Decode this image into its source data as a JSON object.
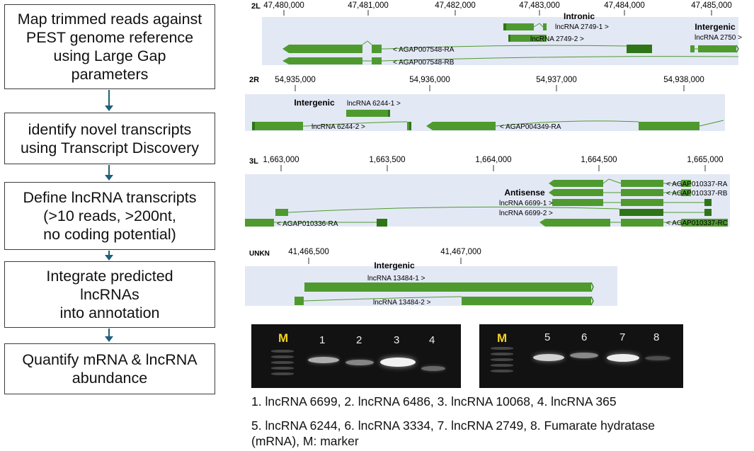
{
  "workflow": {
    "steps": [
      "Map trimmed reads against\nPEST genome reference\nusing Large Gap\nparameters",
      "identify novel transcripts\nusing Transcript Discovery",
      "Define lncRNA transcripts\n(>10 reads, >200nt,\nno coding potential)",
      "Integrate predicted\nlncRNAs\ninto annotation",
      "Quantify mRNA & lncRNA\nabundance"
    ]
  },
  "tracks": [
    {
      "chrom": "2L",
      "ticks": [
        "47,480,000",
        "47,481,000",
        "47,482,000",
        "47,483,000",
        "47,484,000",
        "47,485,000"
      ],
      "categories": [
        "Intronic",
        "Intergenic"
      ],
      "labels": [
        "lncRNA 2749-1 >",
        "lncRNA 2749-2 >",
        "lncRNA 2750 >",
        "< AGAP007548-RA",
        "< AGAP007548-RB"
      ]
    },
    {
      "chrom": "2R",
      "ticks": [
        "54,935,000",
        "54,936,000",
        "54,937,000",
        "54,938,000"
      ],
      "categories": [
        "Intergenic"
      ],
      "labels": [
        "lncRNA 6244-1 >",
        "lncRNA 6244-2 >",
        "< AGAP004349-RA"
      ]
    },
    {
      "chrom": "3L",
      "ticks": [
        "1,663,000",
        "1,663,500",
        "1,664,000",
        "1,664,500",
        "1,665,000"
      ],
      "categories": [
        "Antisense"
      ],
      "labels": [
        "< AGAP010337-RA",
        "< AGAP010337-RB",
        "lncRNA 6699-1 >",
        "lncRNA 6699-2 >",
        "< AGAP010336-RA",
        "< AGAP010337-RC"
      ]
    },
    {
      "chrom": "UNKN",
      "ticks": [
        "41,466,500",
        "41,467,000"
      ],
      "categories": [
        "Intergenic"
      ],
      "labels": [
        "lncRNA 13484-1 >",
        "lncRNA 13484-2 >"
      ]
    }
  ],
  "gels": [
    {
      "marker": "M",
      "lanes": [
        "1",
        "2",
        "3",
        "4"
      ]
    },
    {
      "marker": "M",
      "lanes": [
        "5",
        "6",
        "7",
        "8"
      ]
    }
  ],
  "caption": {
    "line1": "1.  lncRNA 6699, 2. lncRNA 6486, 3. lncRNA 10068, 4. lncRNA 365",
    "line2": "5. lncRNA 6244, 6. lncRNA 3334, 7. lncRNA 2749, 8. Fumarate hydratase",
    "line3": "(mRNA), M: marker"
  },
  "colors": {
    "gene_fill": "#4f9a2f",
    "gene_dark": "#2f7518",
    "track_bg": "#e3e8f5",
    "arrow": "#1f5f7a",
    "marker_label": "#f5d21e"
  }
}
